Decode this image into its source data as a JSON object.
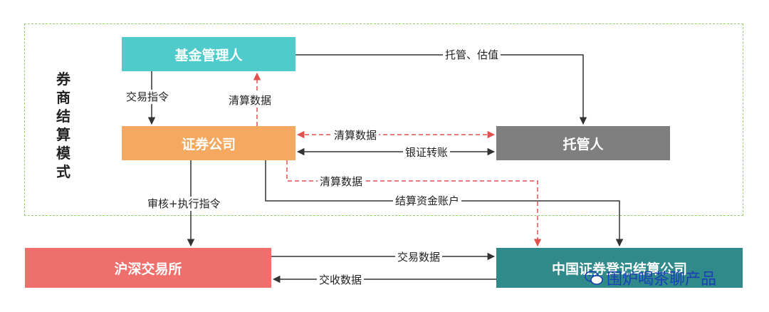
{
  "frame_label": [
    "券",
    "商",
    "结",
    "算",
    "模",
    "式"
  ],
  "boxes": {
    "fund_manager": "基金管理人",
    "broker": "证券公司",
    "custodian": "托管人",
    "exchange": "沪深交易所",
    "csdc": "中国证券登记结算公司"
  },
  "edges": {
    "custody_valuation": "托管、估值",
    "trade_order": "交易指令",
    "clearing_data_up": "清算数据",
    "clearing_data_broker_custodian": "清算数据",
    "bank_securities_transfer": "银证转账",
    "clearing_data_to_csdc": "清算数据",
    "settlement_account": "结算资金账户",
    "audit_execute": "审核+执行指令",
    "trade_data": "交易数据",
    "delivery_data": "交收数据"
  },
  "watermark": "围炉喝茶聊产品",
  "colors": {
    "fund_manager": "#4fcbcb",
    "broker": "#f5a85f",
    "custodian": "#7f7f7f",
    "exchange": "#ee6f6c",
    "csdc": "#2f8a89",
    "dashed_red": "#e0504f",
    "frame_green": "#8fd46a"
  }
}
